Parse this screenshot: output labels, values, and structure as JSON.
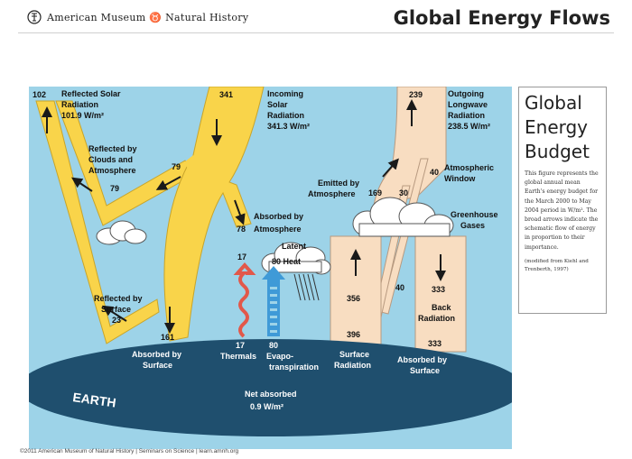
{
  "header": {
    "org": "American Museum ♉ Natural History",
    "title": "Global Energy Flows"
  },
  "labels": {
    "reflected_val": "102",
    "reflected_l1": "Reflected Solar",
    "reflected_l2": "Radiation",
    "reflected_l3": "101.9 W/m²",
    "incoming_val": "341",
    "incoming_l1": "Incoming",
    "incoming_l2": "Solar",
    "incoming_l3": "Radiation",
    "incoming_l4": "341.3 W/m²",
    "outgoing_val": "239",
    "outgoing_l1": "Outgoing",
    "outgoing_l2": "Longwave",
    "outgoing_l3": "Radiation",
    "outgoing_l4": "238.5 W/m²",
    "clouds_l1": "Reflected by",
    "clouds_l2": "Clouds and",
    "clouds_l3": "Atmosphere",
    "clouds_val_in": "79",
    "clouds_val_arrow": "79",
    "emitted_l1": "Emitted by",
    "emitted_l2": "Atmosphere",
    "emitted_val": "169",
    "emitted_small": "30",
    "window_val": "40",
    "window_l1": "Atmospheric",
    "window_l2": "Window",
    "greenhouse_l1": "Greenhouse",
    "greenhouse_l2": "Gases",
    "absatm_l1": "Absorbed by",
    "absatm_val": "78",
    "absatm_l2": "Atmosphere",
    "latent_l1": "Latent",
    "latent_l2": "80  Heat",
    "therm_top_val": "17",
    "surf_ref_l1": "Reflected by",
    "surf_ref_l2": "Surface",
    "surf_ref_val": "23",
    "abs_surf_val": "161",
    "abs_surf_l1": "Absorbed by",
    "abs_surf_l2": "Surface",
    "therm_val": "17",
    "therm_label": "Thermals",
    "evap_val": "80",
    "evap_l1": "Evapo-",
    "evap_l2": "transpiration",
    "surfrad_up_val": "356",
    "surfrad_bottom_val": "396",
    "surfrad_l1": "Surface",
    "surfrad_l2": "Radiation",
    "small40": "40",
    "back_val": "333",
    "back_l1": "Back",
    "back_l2": "Radiation",
    "back_bottom_val": "333",
    "abs_surf2_l1": "Absorbed by",
    "abs_surf2_l2": "Surface",
    "earth": "EARTH",
    "net_l1": "Net absorbed",
    "net_l2": "0.9 W/m²"
  },
  "sidebar": {
    "title_l1": "Global",
    "title_l2": "Energy",
    "title_l3": "Budget",
    "desc": "This figure represents the global annual mean Earth's energy budget for the March 2000 to May 2004 period in W/m². The broad arrows indicate the schematic flow of energy in proportion to their importance.",
    "note": "(modified from Kiehl and Trenberth, 1997)"
  },
  "footer": {
    "credit": "©2011 American Museum of Natural History | Seminars on Science | learn.amnh.org"
  },
  "colors": {
    "sky": "#9dd3e8",
    "solar": "#f9d44a",
    "solar_edge": "#c8a42a",
    "longwave": "#f8ddc1",
    "longwave_edge": "#b89a80",
    "earth": "#1f4f6e",
    "thermals": "#e2584a",
    "evaporation": "#3f9ad7"
  },
  "icons": {
    "logo": "amnh-logo-icon",
    "cloud": "cloud-icon",
    "arrow": "arrow-icon"
  }
}
